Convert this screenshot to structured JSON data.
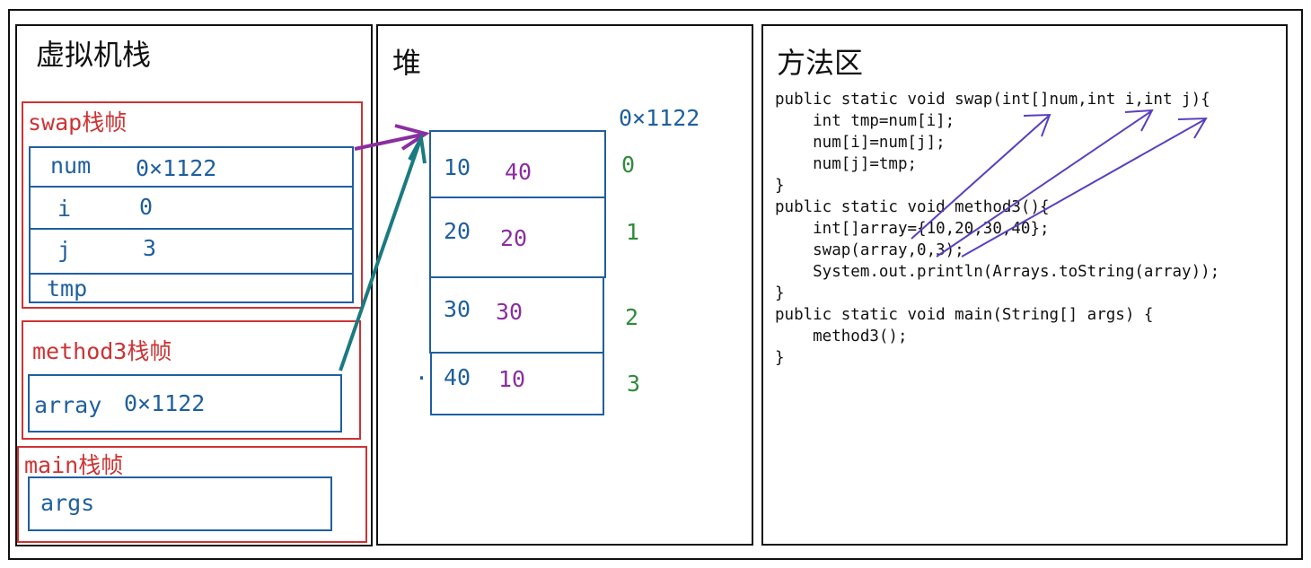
{
  "stack": {
    "title": "虚拟机栈",
    "frames": {
      "swap": {
        "name": "swap",
        "suffix": "栈帧",
        "rows": [
          {
            "var": "num",
            "val": "0×1122"
          },
          {
            "var": "i",
            "val": "0"
          },
          {
            "var": "j",
            "val": "3"
          },
          {
            "var": "tmp",
            "val": ""
          }
        ]
      },
      "method3": {
        "name": "method3",
        "suffix": "栈帧",
        "rows": [
          {
            "var": "array",
            "val": "0×1122"
          }
        ]
      },
      "main": {
        "name": "main",
        "suffix": "栈帧",
        "rows": [
          {
            "var": "args",
            "val": ""
          }
        ]
      }
    }
  },
  "heap": {
    "title": "堆",
    "address": "0×1122",
    "dot": ".",
    "cells": [
      {
        "old": "10",
        "new": "40",
        "index": "0"
      },
      {
        "old": "20",
        "new": "20",
        "index": "1"
      },
      {
        "old": "30",
        "new": "30",
        "index": "2"
      },
      {
        "old": "40",
        "new": "10",
        "index": "3"
      }
    ]
  },
  "method_area": {
    "title": "方法区",
    "code": [
      "public static void swap(int[]num,int i,int j){",
      "    int tmp=num[i];",
      "    num[i]=num[j];",
      "    num[j]=tmp;",
      "}",
      "public static void method3(){",
      "    int[]array={10,20,30,40};",
      "    swap(array,0,3);",
      "    System.out.println(Arrays.toString(array));",
      "}",
      "public static void main(String[] args) {",
      "    method3();",
      "}"
    ]
  },
  "colors": {
    "frame_border": "#cc3333",
    "var_border": "#1f5f9f",
    "old_value": "#1f5f9f",
    "new_value": "#8a2ea0",
    "index": "#2e8b3a",
    "arrow_num": "#8a2ea0",
    "arrow_array": "#1a7a80",
    "arrow_args": "#5a3fc0"
  }
}
